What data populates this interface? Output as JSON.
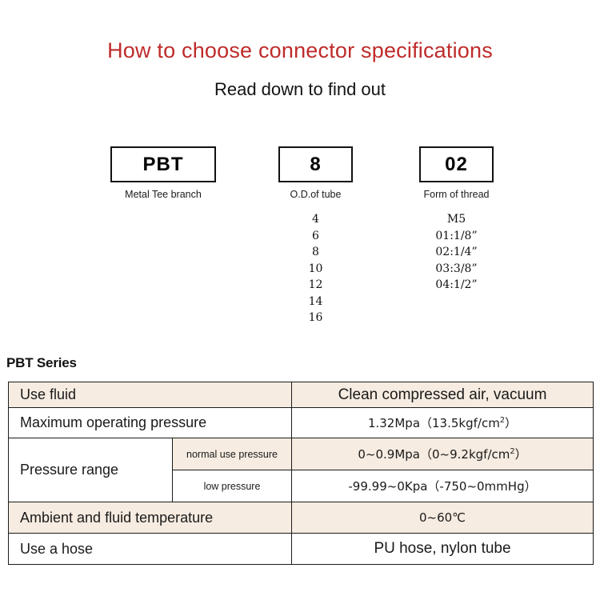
{
  "header": {
    "title": "How to choose connector specifications",
    "subtitle": "Read down to find out",
    "title_color": "#bf2b2b"
  },
  "code_breakdown": {
    "groups": [
      {
        "code": "PBT",
        "caption": "Metal Tee branch",
        "options": []
      },
      {
        "code": "8",
        "caption": "O.D.of tube",
        "options": [
          "4",
          "6",
          "8",
          "10",
          "12",
          "14",
          "16"
        ]
      },
      {
        "code": "02",
        "caption": "Form of thread",
        "options": [
          "M5",
          "01:1/8”",
          "02:1/4”",
          "03:3/8”",
          "04:1/2”"
        ]
      }
    ]
  },
  "series": {
    "heading": "PBT Series",
    "shade_color": "#f6ece1",
    "rows": [
      {
        "label": "Use fluid",
        "sub_label": null,
        "value": "Clean compressed air, vacuum",
        "shaded": true,
        "value_size": "lg"
      },
      {
        "label": "Maximum operating pressure",
        "sub_label": null,
        "value": "1.32Mpa（13.5kgf/cm2）",
        "value_base": "1.32Mpa（13.5kgf/cm",
        "value_sup": "2",
        "value_tail": "）",
        "shaded": false,
        "value_size": "sm"
      },
      {
        "label": "Pressure range",
        "sub_label": "normal use pressure",
        "value": "0~0.9Mpa（0~9.2kgf/cm2）",
        "value_base": "0~0.9Mpa（0~9.2kgf/cm",
        "value_sup": "2",
        "value_tail": "）",
        "shaded": true,
        "value_size": "sm"
      },
      {
        "label": "",
        "sub_label": "low pressure",
        "value": "-99.99~0Kpa（-750~0mmHg）",
        "value_base": "-99.99~0Kpa（-750~0mmHg）",
        "value_sup": "",
        "value_tail": "",
        "shaded": false,
        "value_size": "sm"
      },
      {
        "label": "Ambient and fluid temperature",
        "sub_label": null,
        "value": "0~60℃",
        "shaded": true,
        "value_size": "sm"
      },
      {
        "label": "Use a hose",
        "sub_label": null,
        "value": "PU hose, nylon tube",
        "shaded": false,
        "value_size": "lg"
      }
    ]
  }
}
